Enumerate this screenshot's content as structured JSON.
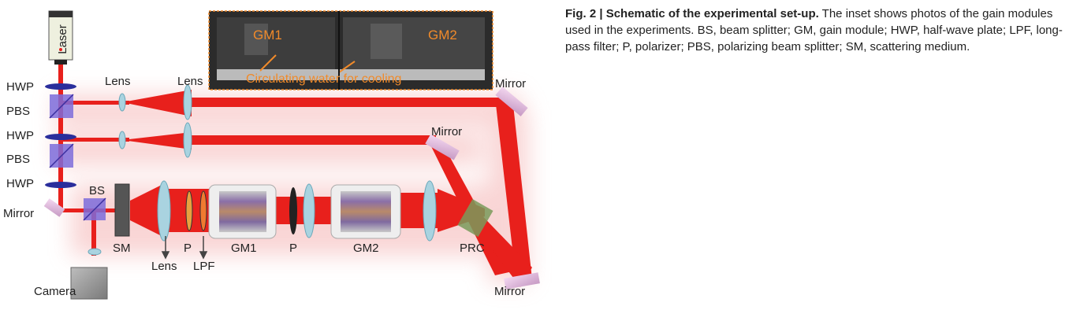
{
  "figure": {
    "labels": {
      "laser": "Laser",
      "hwp": "HWP",
      "pbs": "PBS",
      "bs": "BS",
      "mirror": "Mirror",
      "lens": "Lens",
      "sm": "SM",
      "p": "P",
      "lpf": "LPF",
      "gm1": "GM1",
      "gm2": "GM2",
      "prc": "PRC",
      "camera": "Camera"
    },
    "inset": {
      "gm1": "GM1",
      "gm2": "GM2",
      "water": "Circulating water for cooling"
    }
  },
  "caption": {
    "title": "Fig. 2 | Schematic of the experimental set-up.",
    "body": " The inset shows photos of the gain modules used in the experiments. BS, beam splitter; GM, gain module; HWP, half-wave plate; LPF, long-pass filter; P, polarizer; PBS, polarizing beam splitter; SM, scattering medium."
  },
  "colors": {
    "beam": "#e8201c",
    "glow": "#f4b3b3",
    "optic": "#a9d3e0",
    "waveplate": "#2a2e9c",
    "cube": "#7d6cdb",
    "inset_text": "#f08a2a"
  }
}
